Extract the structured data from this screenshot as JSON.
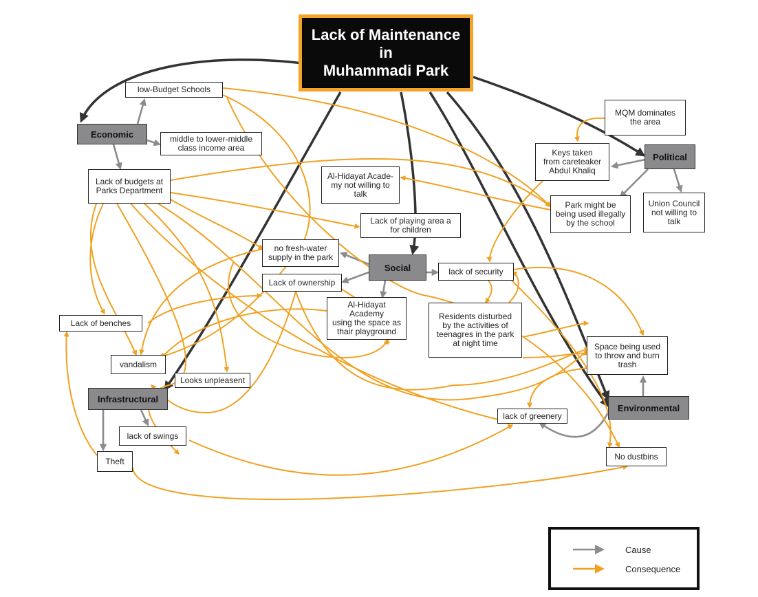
{
  "diagram": {
    "colors": {
      "cause": "#8c8c8c",
      "consequence": "#f0a121",
      "dark": "#333333"
    },
    "title": "Lack of Maintenance\nin\nMuhammadi Park",
    "categories": {
      "economic": "Economic",
      "political": "Political",
      "social": "Social",
      "infrastructural": "Infrastructural",
      "environmental": "Environmental"
    },
    "nodes": {
      "low_budget_schools": "low-Budget Schools",
      "middle_income": "middle to lower-middle\nclass income area",
      "lack_budgets": "Lack of budgets at\nParks Department",
      "mqm": "MQM dominates\nthe area",
      "keys_taken": "Keys taken\nfrom careteaker\nAbdul Khaliq",
      "union_council": "Union Council\nnot willing to\ntalk",
      "park_illegal": "Park might be\nbeing used illegally\nby the school",
      "alhidayat_not_willing": "Al-Hidayat Acade-\nmy not willing to\ntalk",
      "lack_playing_area": "Lack of playing area a\nfor children",
      "no_fresh_water": "no fresh-water\nsupply in the park",
      "lack_ownership": "Lack of ownership",
      "lack_security": "lack of security",
      "alhidayat_playground": "Al-Hidayat Academy\nusing the space as\nthair playground",
      "residents_disturbed": "Residents disturbed\nby the activities of\nteenagres in the park\nat night time",
      "lack_benches": "Lack of benches",
      "vandalism": "vandalism",
      "looks_unpleasant": "Looks unpleasent",
      "space_trash": "Space being used\nto throw and burn\ntrash",
      "lack_swings": "lack of swings",
      "lack_greenery": "lack of greenery",
      "theft": "Theft",
      "no_dustbins": "No dustbins"
    },
    "legend": {
      "cause": "Cause",
      "consequence": "Consequence"
    }
  }
}
